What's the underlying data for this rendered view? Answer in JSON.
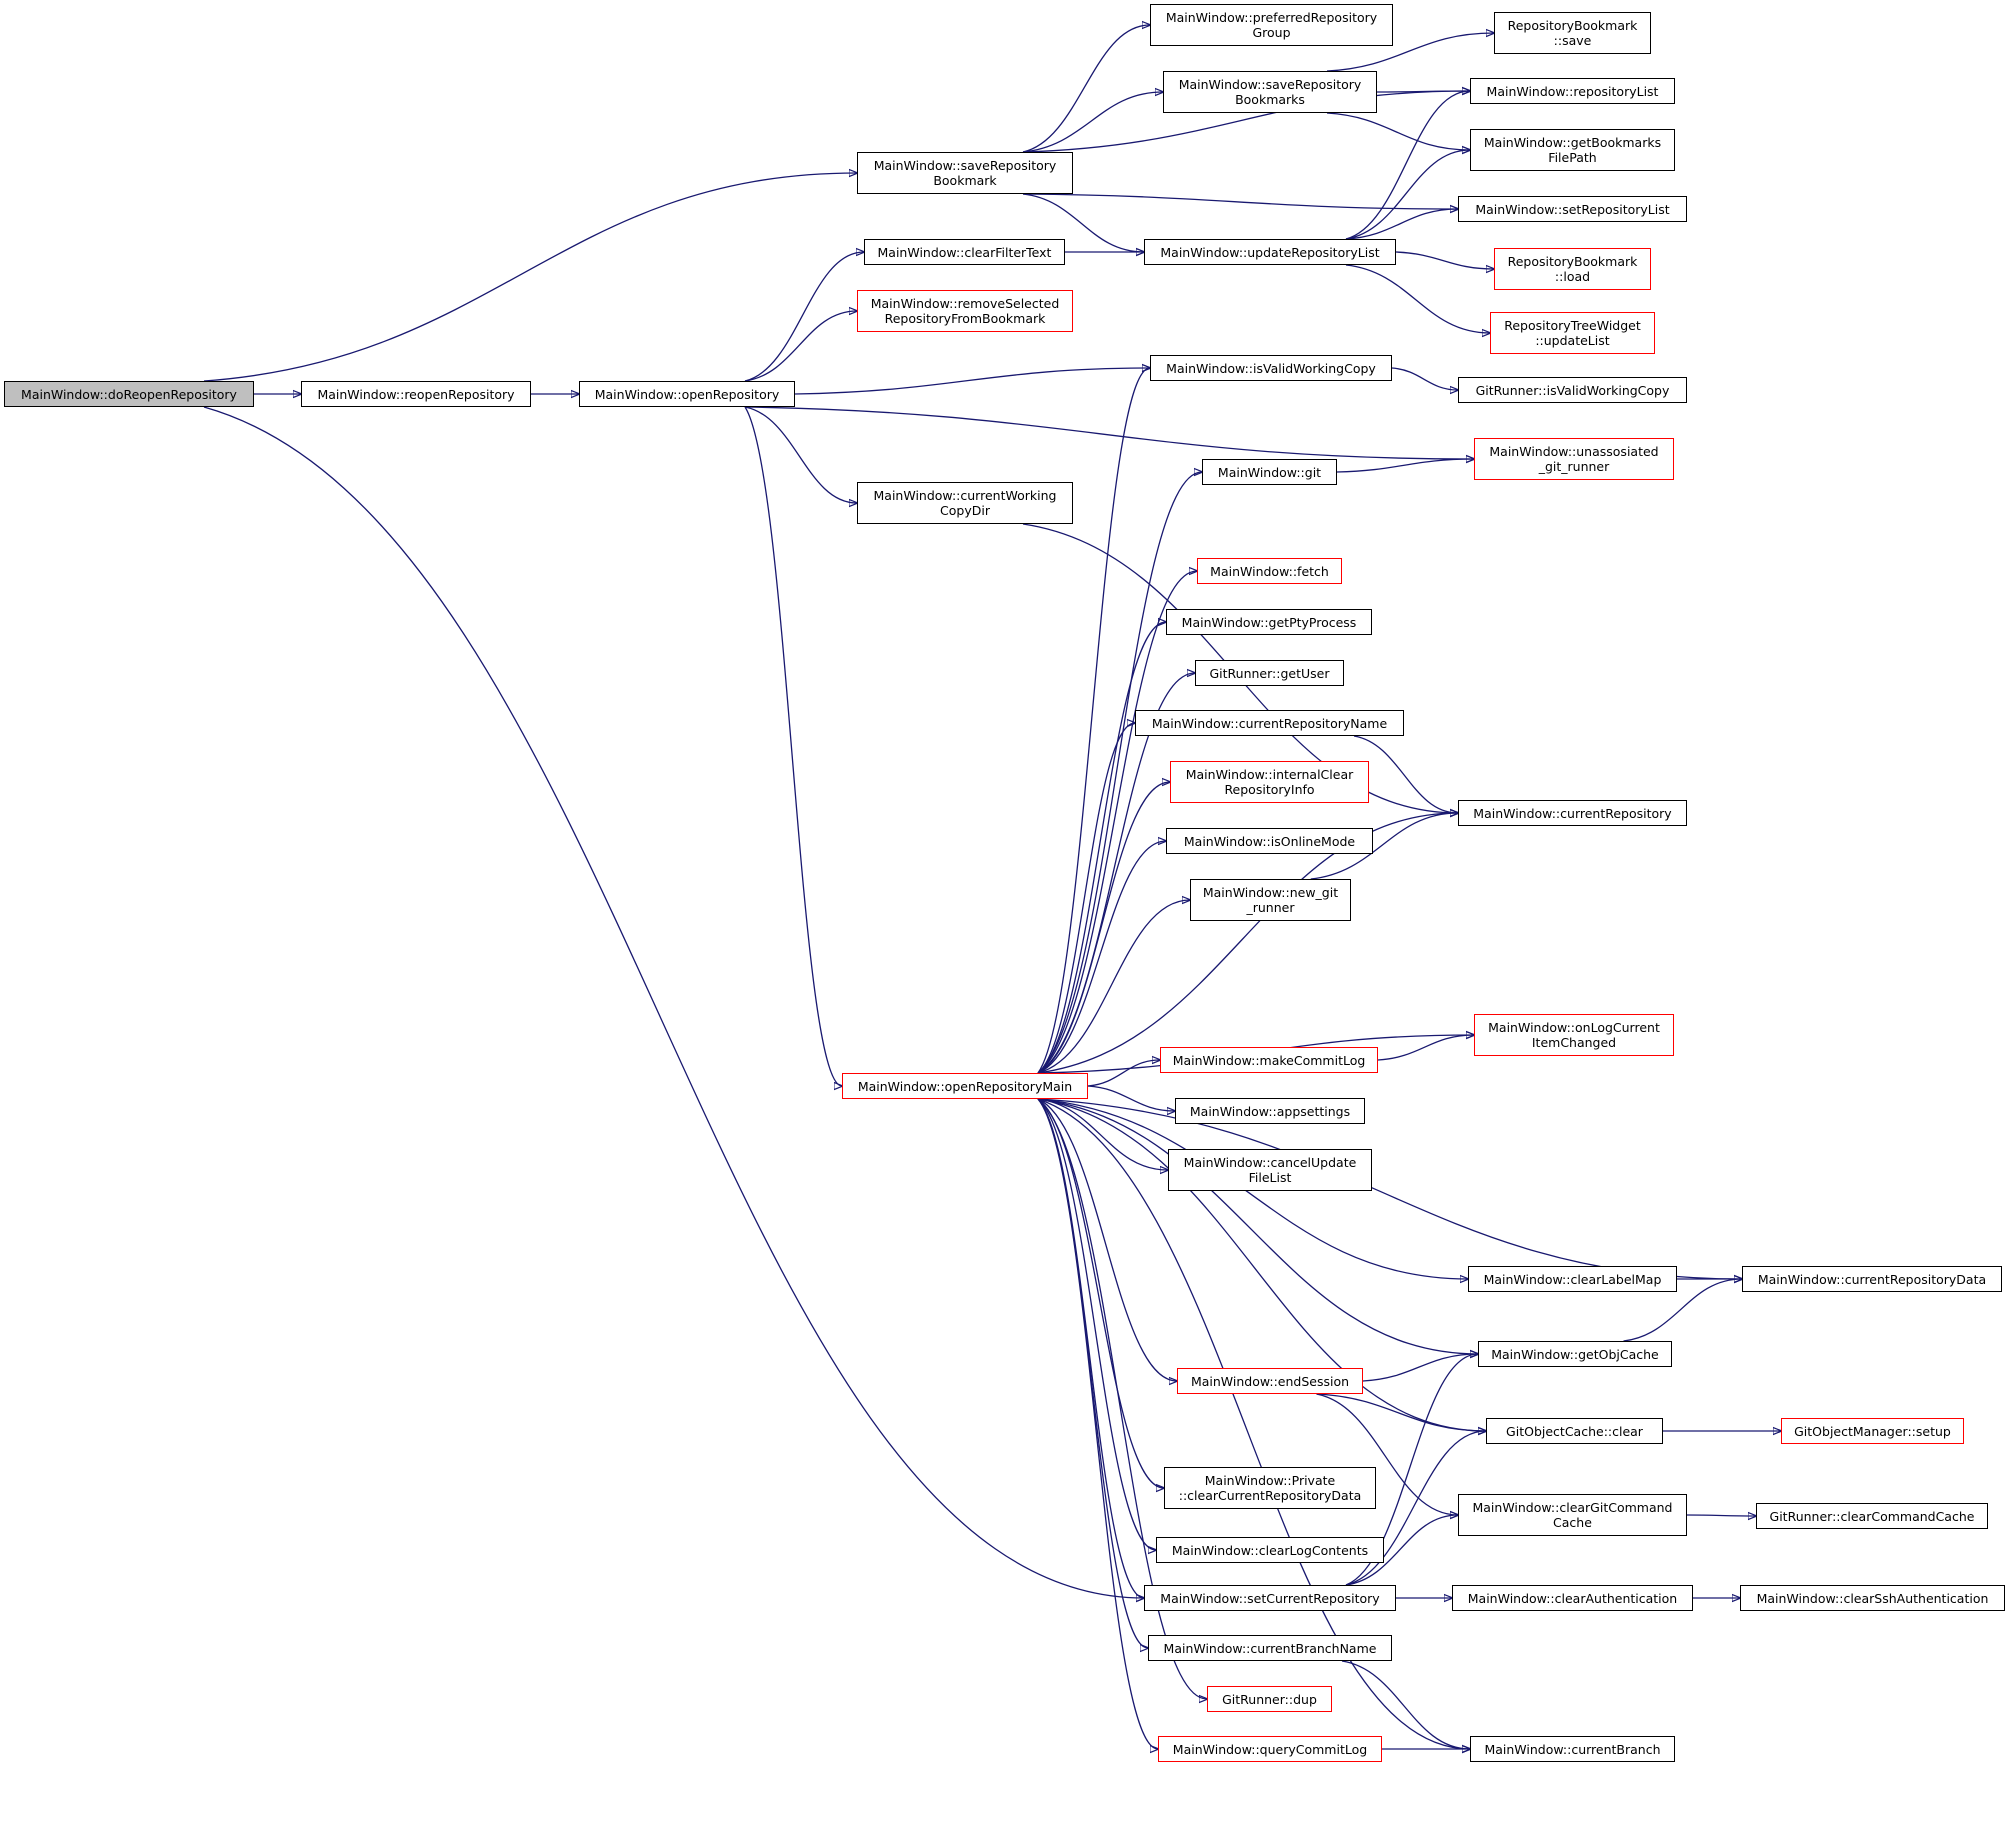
{
  "colors": {
    "edge": "#191970",
    "node_border": "#000000",
    "truncated_border": "#ff0000",
    "focus_fill": "#bfbfbf",
    "background": "#ffffff"
  },
  "nodes": [
    {
      "id": "doReopenRepository",
      "label": "MainWindow::doReopenRepository",
      "focus": true
    },
    {
      "id": "reopenRepository",
      "label": "MainWindow::reopenRepository"
    },
    {
      "id": "openRepository",
      "label": "MainWindow::openRepository"
    },
    {
      "id": "saveRepositoryBookmark",
      "label": "MainWindow::saveRepository\nBookmark"
    },
    {
      "id": "preferredRepositoryGroup",
      "label": "MainWindow::preferredRepository\nGroup"
    },
    {
      "id": "saveRepositoryBookmarks",
      "label": "MainWindow::saveRepository\nBookmarks"
    },
    {
      "id": "rbSave",
      "label": "RepositoryBookmark\n::save"
    },
    {
      "id": "repositoryList",
      "label": "MainWindow::repositoryList"
    },
    {
      "id": "getBookmarksFilePath",
      "label": "MainWindow::getBookmarks\nFilePath"
    },
    {
      "id": "setRepositoryList",
      "label": "MainWindow::setRepositoryList"
    },
    {
      "id": "clearFilterText",
      "label": "MainWindow::clearFilterText"
    },
    {
      "id": "updateRepositoryList",
      "label": "MainWindow::updateRepositoryList"
    },
    {
      "id": "rbLoad",
      "label": "RepositoryBookmark\n::load",
      "truncated": true
    },
    {
      "id": "rtwUpdateList",
      "label": "RepositoryTreeWidget\n::updateList",
      "truncated": true
    },
    {
      "id": "removeSelected",
      "label": "MainWindow::removeSelected\nRepositoryFromBookmark",
      "truncated": true
    },
    {
      "id": "isValidWorkingCopy",
      "label": "MainWindow::isValidWorkingCopy"
    },
    {
      "id": "grIsValidWorkingCopy",
      "label": "GitRunner::isValidWorkingCopy"
    },
    {
      "id": "git",
      "label": "MainWindow::git"
    },
    {
      "id": "unassosiated",
      "label": "MainWindow::unassosiated\n_git_runner",
      "truncated": true
    },
    {
      "id": "currentWorkingCopyDir",
      "label": "MainWindow::currentWorking\nCopyDir"
    },
    {
      "id": "fetch",
      "label": "MainWindow::fetch",
      "truncated": true
    },
    {
      "id": "getPtyProcess",
      "label": "MainWindow::getPtyProcess"
    },
    {
      "id": "getUser",
      "label": "GitRunner::getUser"
    },
    {
      "id": "currentRepositoryName",
      "label": "MainWindow::currentRepositoryName"
    },
    {
      "id": "internalClear",
      "label": "MainWindow::internalClear\nRepositoryInfo",
      "truncated": true
    },
    {
      "id": "currentRepository",
      "label": "MainWindow::currentRepository"
    },
    {
      "id": "isOnlineMode",
      "label": "MainWindow::isOnlineMode"
    },
    {
      "id": "newGitRunner",
      "label": "MainWindow::new_git\n_runner"
    },
    {
      "id": "onLogCurrent",
      "label": "MainWindow::onLogCurrent\nItemChanged",
      "truncated": true
    },
    {
      "id": "openRepositoryMain",
      "label": "MainWindow::openRepositoryMain",
      "truncated": true
    },
    {
      "id": "makeCommitLog",
      "label": "MainWindow::makeCommitLog",
      "truncated": true
    },
    {
      "id": "appsettings",
      "label": "MainWindow::appsettings"
    },
    {
      "id": "cancelUpdate",
      "label": "MainWindow::cancelUpdate\nFileList"
    },
    {
      "id": "clearLabelMap",
      "label": "MainWindow::clearLabelMap"
    },
    {
      "id": "currentRepositoryData",
      "label": "MainWindow::currentRepositoryData"
    },
    {
      "id": "getObjCache",
      "label": "MainWindow::getObjCache"
    },
    {
      "id": "endSession",
      "label": "MainWindow::endSession",
      "truncated": true
    },
    {
      "id": "gocClear",
      "label": "GitObjectCache::clear"
    },
    {
      "id": "gomSetup",
      "label": "GitObjectManager::setup",
      "truncated": true
    },
    {
      "id": "privateClear",
      "label": "MainWindow::Private\n::clearCurrentRepositoryData"
    },
    {
      "id": "clearGitCommandCache",
      "label": "MainWindow::clearGitCommand\nCache"
    },
    {
      "id": "clearCommandCache",
      "label": "GitRunner::clearCommandCache"
    },
    {
      "id": "clearLogContents",
      "label": "MainWindow::clearLogContents"
    },
    {
      "id": "setCurrentRepository",
      "label": "MainWindow::setCurrentRepository"
    },
    {
      "id": "clearAuthentication",
      "label": "MainWindow::clearAuthentication"
    },
    {
      "id": "clearSshAuthentication",
      "label": "MainWindow::clearSshAuthentication"
    },
    {
      "id": "currentBranchName",
      "label": "MainWindow::currentBranchName"
    },
    {
      "id": "dup",
      "label": "GitRunner::dup",
      "truncated": true
    },
    {
      "id": "queryCommitLog",
      "label": "MainWindow::queryCommitLog",
      "truncated": true
    },
    {
      "id": "currentBranch",
      "label": "MainWindow::currentBranch"
    }
  ],
  "edges": [
    [
      "doReopenRepository",
      "reopenRepository"
    ],
    [
      "doReopenRepository",
      "saveRepositoryBookmark"
    ],
    [
      "doReopenRepository",
      "setCurrentRepository"
    ],
    [
      "reopenRepository",
      "openRepository"
    ],
    [
      "openRepository",
      "clearFilterText"
    ],
    [
      "openRepository",
      "removeSelected"
    ],
    [
      "openRepository",
      "isValidWorkingCopy"
    ],
    [
      "openRepository",
      "unassosiated"
    ],
    [
      "openRepository",
      "currentWorkingCopyDir"
    ],
    [
      "openRepository",
      "openRepositoryMain"
    ],
    [
      "saveRepositoryBookmark",
      "preferredRepositoryGroup"
    ],
    [
      "saveRepositoryBookmark",
      "saveRepositoryBookmarks"
    ],
    [
      "saveRepositoryBookmark",
      "repositoryList"
    ],
    [
      "saveRepositoryBookmark",
      "setRepositoryList"
    ],
    [
      "saveRepositoryBookmark",
      "updateRepositoryList"
    ],
    [
      "saveRepositoryBookmarks",
      "rbSave"
    ],
    [
      "saveRepositoryBookmarks",
      "repositoryList"
    ],
    [
      "saveRepositoryBookmarks",
      "getBookmarksFilePath"
    ],
    [
      "clearFilterText",
      "updateRepositoryList"
    ],
    [
      "updateRepositoryList",
      "repositoryList"
    ],
    [
      "updateRepositoryList",
      "getBookmarksFilePath"
    ],
    [
      "updateRepositoryList",
      "setRepositoryList"
    ],
    [
      "updateRepositoryList",
      "rbLoad"
    ],
    [
      "updateRepositoryList",
      "rtwUpdateList"
    ],
    [
      "isValidWorkingCopy",
      "grIsValidWorkingCopy"
    ],
    [
      "git",
      "unassosiated"
    ],
    [
      "currentWorkingCopyDir",
      "currentRepository"
    ],
    [
      "currentRepositoryName",
      "currentRepository"
    ],
    [
      "newGitRunner",
      "currentRepository"
    ],
    [
      "openRepositoryMain",
      "isValidWorkingCopy"
    ],
    [
      "openRepositoryMain",
      "git"
    ],
    [
      "openRepositoryMain",
      "fetch"
    ],
    [
      "openRepositoryMain",
      "getPtyProcess"
    ],
    [
      "openRepositoryMain",
      "getUser"
    ],
    [
      "openRepositoryMain",
      "currentRepositoryName"
    ],
    [
      "openRepositoryMain",
      "internalClear"
    ],
    [
      "openRepositoryMain",
      "isOnlineMode"
    ],
    [
      "openRepositoryMain",
      "newGitRunner"
    ],
    [
      "openRepositoryMain",
      "currentRepository"
    ],
    [
      "openRepositoryMain",
      "onLogCurrent"
    ],
    [
      "openRepositoryMain",
      "makeCommitLog"
    ],
    [
      "openRepositoryMain",
      "appsettings"
    ],
    [
      "openRepositoryMain",
      "cancelUpdate"
    ],
    [
      "openRepositoryMain",
      "currentRepositoryData"
    ],
    [
      "openRepositoryMain",
      "clearLabelMap"
    ],
    [
      "openRepositoryMain",
      "getObjCache"
    ],
    [
      "openRepositoryMain",
      "endSession"
    ],
    [
      "openRepositoryMain",
      "gocClear"
    ],
    [
      "openRepositoryMain",
      "privateClear"
    ],
    [
      "openRepositoryMain",
      "clearLogContents"
    ],
    [
      "openRepositoryMain",
      "setCurrentRepository"
    ],
    [
      "openRepositoryMain",
      "currentBranchName"
    ],
    [
      "openRepositoryMain",
      "dup"
    ],
    [
      "openRepositoryMain",
      "queryCommitLog"
    ],
    [
      "openRepositoryMain",
      "currentBranch"
    ],
    [
      "makeCommitLog",
      "onLogCurrent"
    ],
    [
      "clearLabelMap",
      "currentRepositoryData"
    ],
    [
      "getObjCache",
      "currentRepositoryData"
    ],
    [
      "endSession",
      "getObjCache"
    ],
    [
      "endSession",
      "gocClear"
    ],
    [
      "endSession",
      "clearGitCommandCache"
    ],
    [
      "gocClear",
      "gomSetup"
    ],
    [
      "clearGitCommandCache",
      "clearCommandCache"
    ],
    [
      "setCurrentRepository",
      "getObjCache"
    ],
    [
      "setCurrentRepository",
      "gocClear"
    ],
    [
      "setCurrentRepository",
      "clearGitCommandCache"
    ],
    [
      "setCurrentRepository",
      "clearAuthentication"
    ],
    [
      "clearAuthentication",
      "clearSshAuthentication"
    ],
    [
      "currentBranchName",
      "currentBranch"
    ],
    [
      "queryCommitLog",
      "currentBranch"
    ]
  ]
}
